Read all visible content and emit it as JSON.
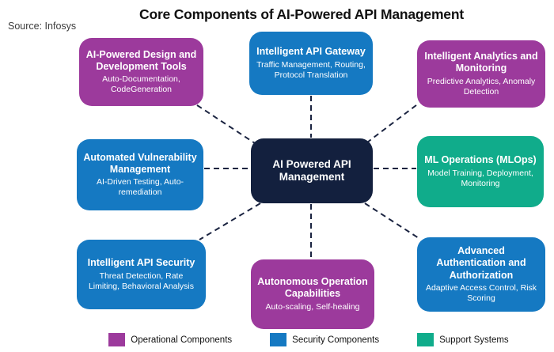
{
  "title": "Core Components of AI-Powered API Management",
  "source": "Source: Infosys",
  "colors": {
    "operational_purple": "#9C3A9C",
    "security_blue": "#1579C2",
    "support_teal": "#10AC8B",
    "center_navy": "#13203E",
    "connector": "#1A2340"
  },
  "center_node": {
    "title": "AI Powered API Management"
  },
  "nodes": [
    {
      "id": "design-tools",
      "title": "AI-Powered Design and Development Tools",
      "subtitle": "Auto-Documentation, CodeGeneration",
      "category": "operational"
    },
    {
      "id": "api-gateway",
      "title": "Intelligent API Gateway",
      "subtitle": "Traffic Management, Routing, Protocol Translation",
      "category": "security"
    },
    {
      "id": "analytics-monitoring",
      "title": "Intelligent Analytics and Monitoring",
      "subtitle": "Predictive Analytics, Anomaly Detection",
      "category": "operational"
    },
    {
      "id": "vulnerability-management",
      "title": "Automated Vulnerability Management",
      "subtitle": "AI-Driven Testing, Auto-remediation",
      "category": "security"
    },
    {
      "id": "ml-operations",
      "title": "ML Operations (MLOps)",
      "subtitle": "Model Training, Deployment, Monitoring",
      "category": "support"
    },
    {
      "id": "api-security",
      "title": "Intelligent API Security",
      "subtitle": "Threat Detection, Rate Limiting, Behavioral Analysis",
      "category": "security"
    },
    {
      "id": "autonomous-operations",
      "title": "Autonomous Operation Capabilities",
      "subtitle": "Auto-scaling, Self-healing",
      "category": "operational"
    },
    {
      "id": "advanced-auth",
      "title": "Advanced Authentication and Authorization",
      "subtitle": "Adaptive Access Control, Risk Scoring",
      "category": "security"
    }
  ],
  "legend": [
    {
      "label": "Operational Components",
      "color": "#9C3A9C"
    },
    {
      "label": "Security Components",
      "color": "#1579C2"
    },
    {
      "label": "Support Systems",
      "color": "#10AC8B"
    }
  ]
}
